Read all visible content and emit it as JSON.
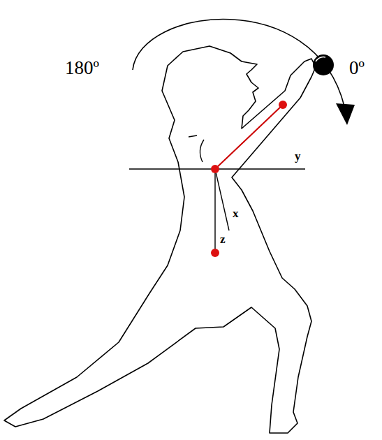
{
  "diagram": {
    "labels": [
      "180º",
      "0º",
      "y",
      "x",
      "z"
    ]
  }
}
